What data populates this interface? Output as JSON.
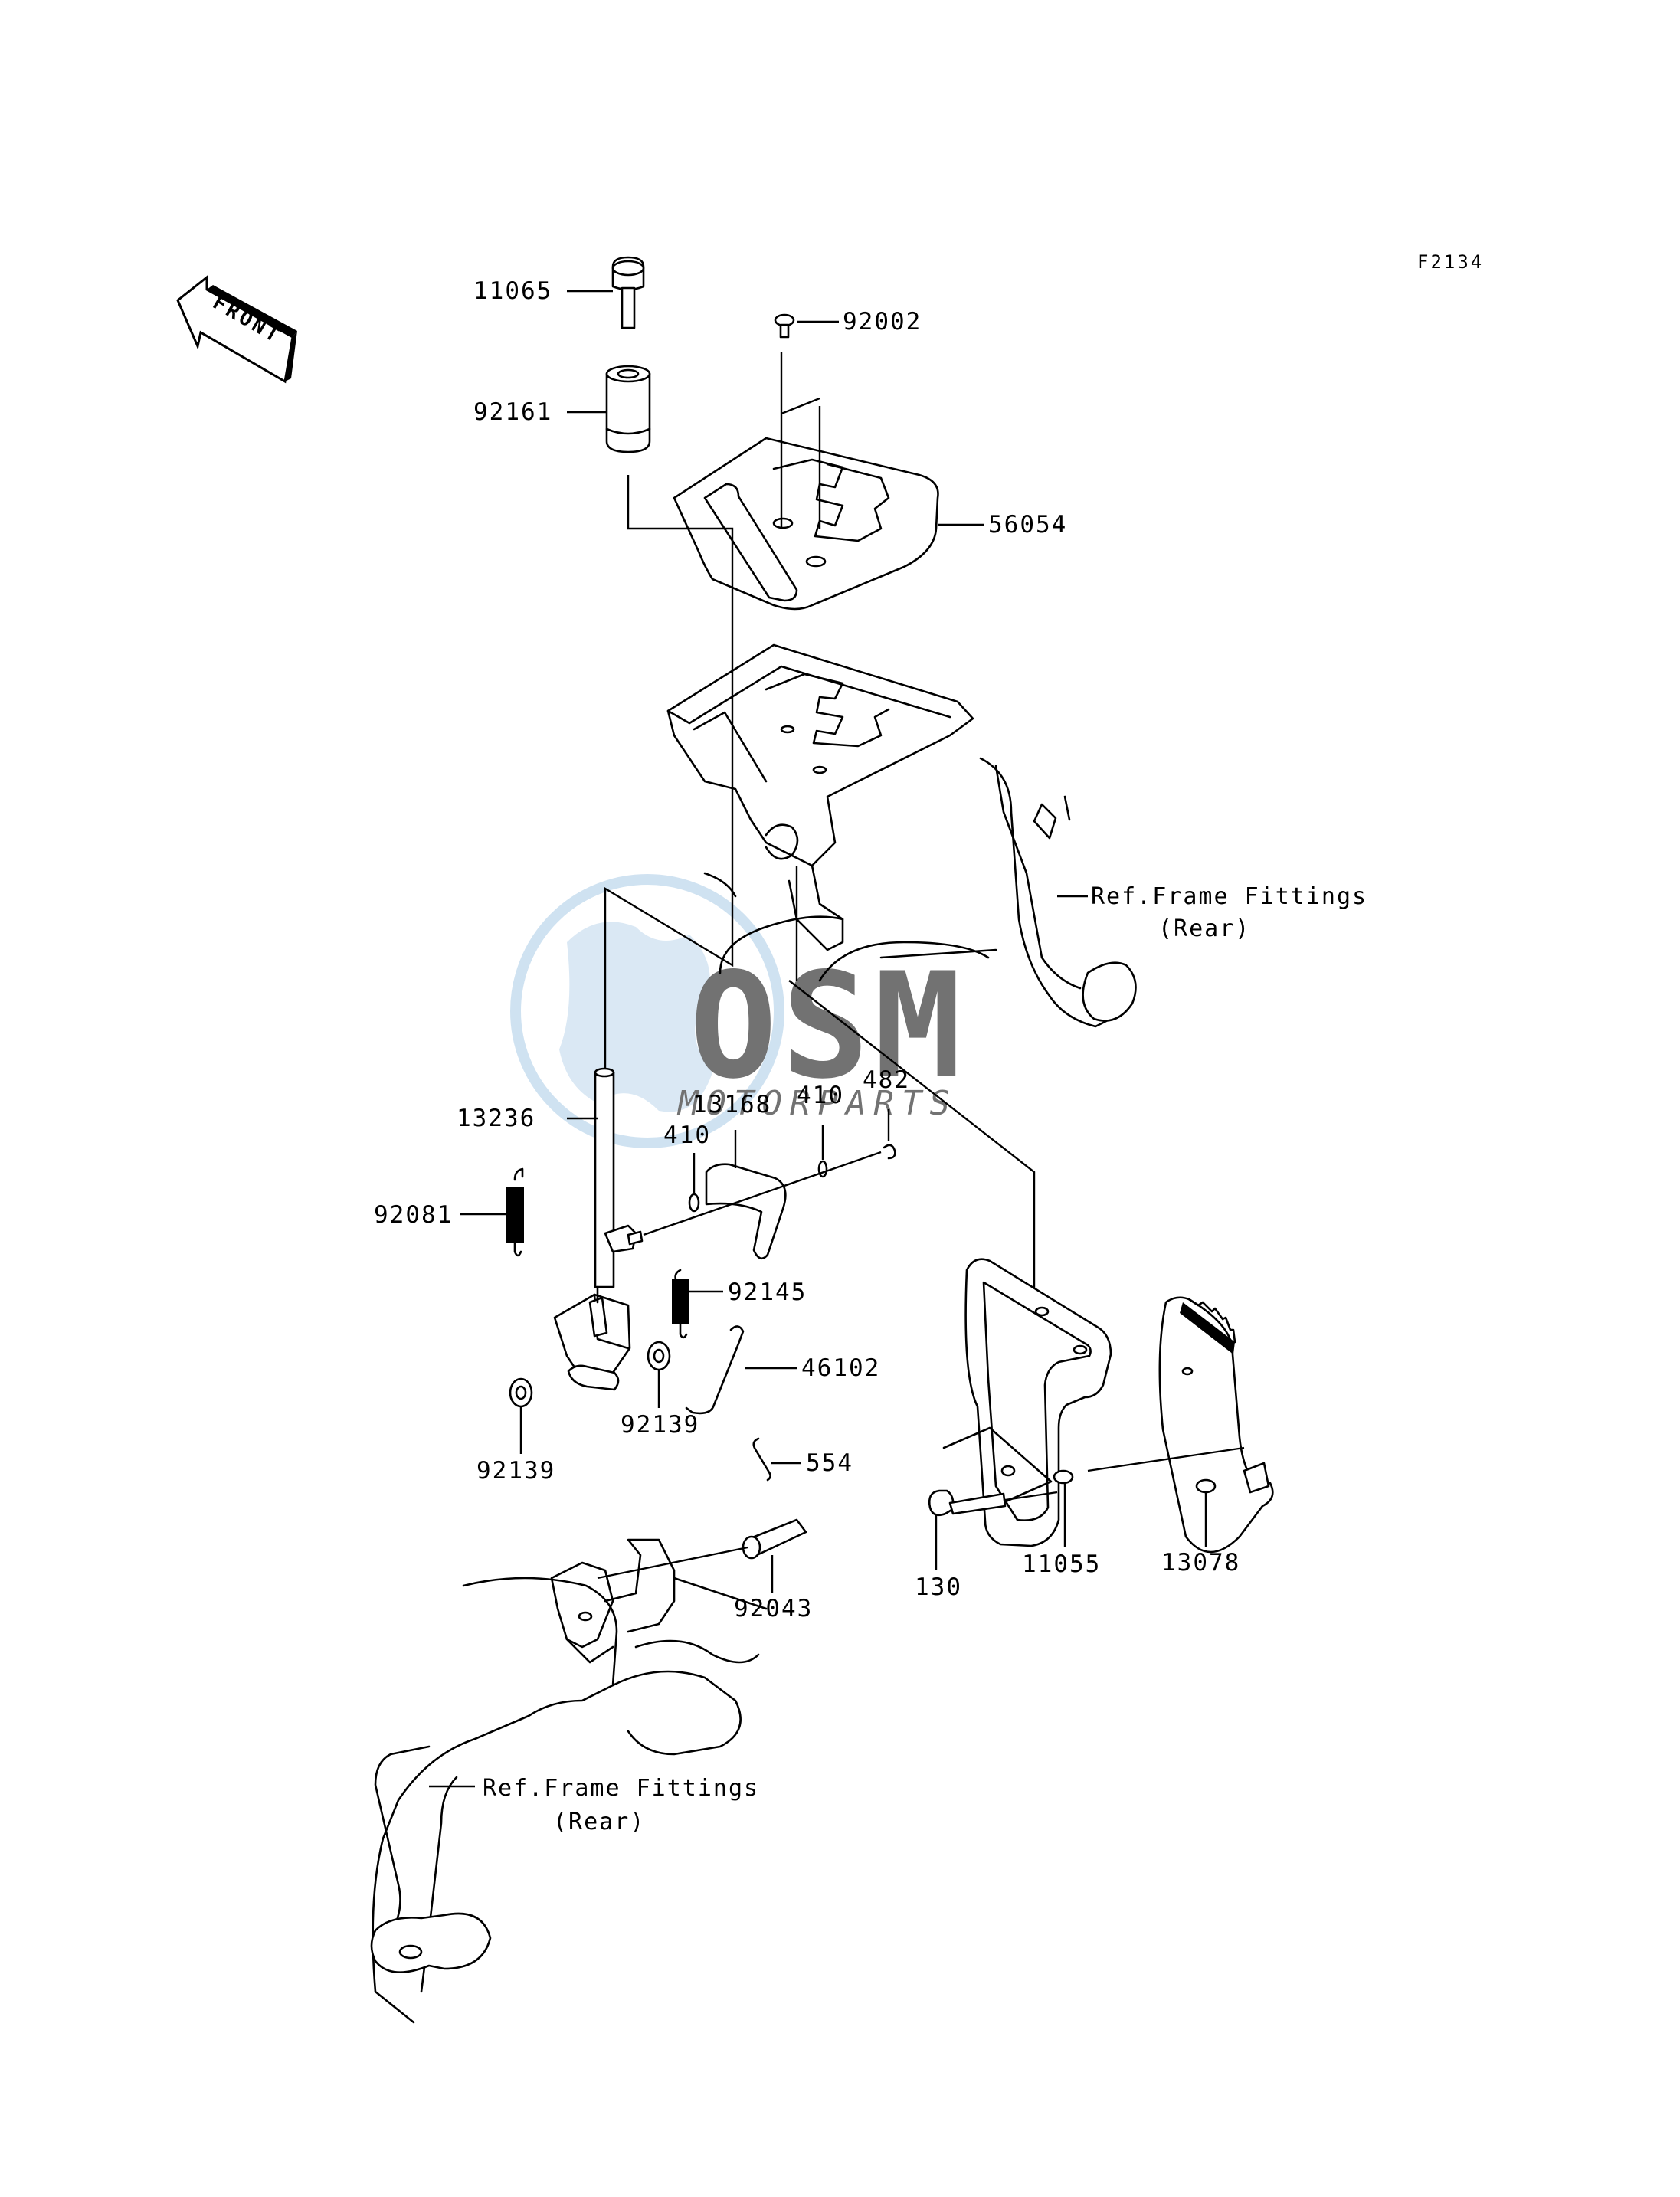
{
  "diagram": {
    "code": "F2134",
    "front_label": "FRONT",
    "watermark": {
      "brand": "OSM",
      "sub": "MOTORPARTS",
      "color": "#a9cbe6"
    },
    "parts": {
      "p11065": "11065",
      "p92002": "92002",
      "p92161": "92161",
      "p56054": "56054",
      "p13236": "13236",
      "p13168": "13168",
      "p410a": "410",
      "p410b": "410",
      "p482": "482",
      "p92081": "92081",
      "p92145": "92145",
      "p46102": "46102",
      "p92139a": "92139",
      "p92139b": "92139",
      "p554": "554",
      "p92043": "92043",
      "p130": "130",
      "p11055": "11055",
      "p13078": "13078"
    },
    "refs": {
      "upper_line1": "Ref.Frame Fittings",
      "upper_line2": "(Rear)",
      "lower_line1": "Ref.Frame Fittings",
      "lower_line2": "(Rear)"
    }
  }
}
